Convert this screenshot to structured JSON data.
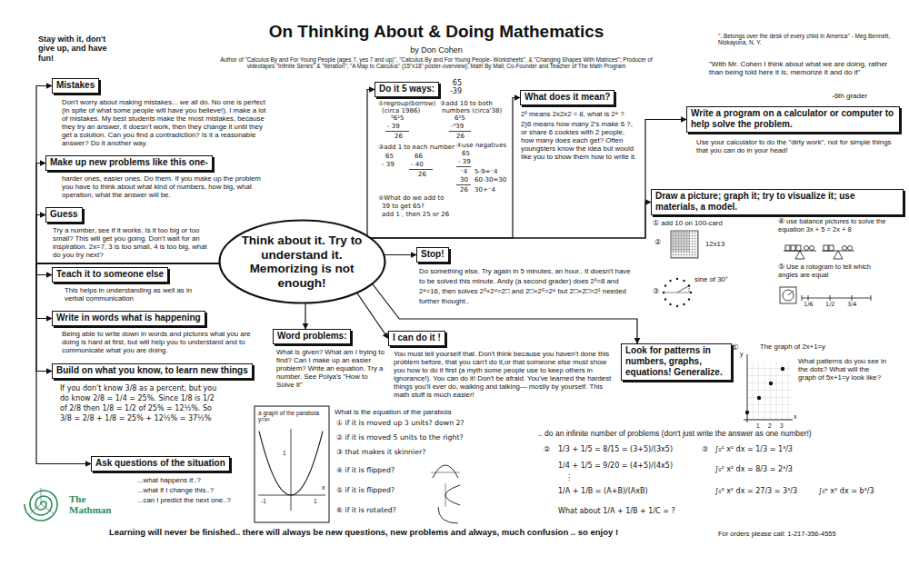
{
  "diagram": {
    "title": "On Thinking About & Doing Mathematics",
    "caption": "Learning will never be finished.. there will always be new questions, new problems and always, much confusion .. so enjoy !",
    "nodes": [
      {
        "text": [
          "Think about it. Try to understand it. Memorizing is not enough!"
        ]
      },
      {
        "text": [
          "Mistakes",
          "Don't worry about making mistakes... we all do. No one is perfect (in spite of what some people will have you believe!). I make a lot of mistakes. My best students make the most mistakes, because they try an answer, it doesn't work, then they change it until they get a solution. Can you find a contradiction? Is it a reasonable answer? Do it another way."
        ]
      },
      {
        "text": [
          "Make up new problems like this one-",
          "harder ones, easier ones. Do them. If you make up the problem you have to think about what kind of numbers, how big, what operation, what the answer will be."
        ]
      },
      {
        "text": [
          "Guess",
          "Try a number, see if it works. Is it too big or too small? This will get you going. Don't wait for an inspiration. 2x=7, 3 is too small, 4 is too big, what do you try next?"
        ]
      },
      {
        "text": [
          "Teach it to someone else",
          "This helps in understanding as well as in verbal communication"
        ]
      },
      {
        "text": [
          "Write in words what is happening",
          "Being able to write down in words and pictures what you are doing is hard at first, but will help you to understand and to communicate what you are doing."
        ]
      },
      {
        "text": [
          "Build on what you know, to learn new things",
          "If you don't know 3/8 as a percent, but you do know 2/8 = 1/4 = 25%. Since 1/8 is 1/2 of 2/8 then 1/8 = 1/2 of 25% = 12½%. So 3/8 = 2/8 + 1/8 = 25% + 12½% = 37½%"
        ]
      },
      {
        "text": [
          "Ask questions of the situation",
          "...what happens if..?",
          "...what if I change this..?",
          "...can I predict the next one..?"
        ]
      },
      {
        "text": [
          "Word problems:",
          "What is given? What am I trying to find? Can I make up an easier problem? Write an equation. Try a number. See Polya's \"How to Solve It\""
        ]
      },
      {
        "text": [
          "I can do it !",
          "You must tell yourself that. Don't think because you haven't done this problem before, that you can't do it,or that someone else must show you how to do it first (a myth some people use to keep others in ignorance!). You can do it! Don't be afraid. You've learned the hardest things you'll ever do, walking and talking— mostly by yourself. This math stuff is much easier!"
        ]
      },
      {
        "text": [
          "Stop!",
          "Do something else. Try again in 5 minutes, an hour.. It doesn't have to be solved this minute. Andy (a second grader) does 2³=8 and 2⁴=16, then solves 2³×2⁴=2□ and 2□×2⁵=2⁴ but 2□×2□=2¹ needed further thought.."
        ]
      },
      {
        "text": [
          "Do it 5 ways:",
          "65 -39"
        ]
      },
      {
        "text": [
          "What does it mean?",
          "2³ means 2x2x2 = 8, what is 2⁴ ?",
          "2)6 means how many 2's make 6 ?, or share 6 cookies with 2 people, how many does each get? Often youngsters know the idea but would like you to show them how to write it."
        ]
      },
      {
        "text": [
          "Write a program on a calculator or computer to help solve the problem.",
          "Use your calculator to do the \"dirty work\", not for simple things that you can do in your head!"
        ]
      },
      {
        "text": [
          "Draw a picture; graph it; try to visualize it; use materials, a model."
        ]
      },
      {
        "text": [
          "Look for patterns in numbers, graphs, equations! Generalize."
        ]
      }
    ],
    "edges": [
      {
        "from": 0,
        "to": 1,
        "arrow": "to"
      },
      {
        "from": 0,
        "to": 2,
        "arrow": "to"
      },
      {
        "from": 0,
        "to": 3,
        "arrow": "to"
      },
      {
        "from": 0,
        "to": 4,
        "arrow": "to"
      },
      {
        "from": 0,
        "to": 5,
        "arrow": "to"
      },
      {
        "from": 0,
        "to": 6,
        "arrow": "to"
      },
      {
        "from": 0,
        "to": 7,
        "arrow": "to"
      },
      {
        "from": 0,
        "to": 8,
        "arrow": "to"
      },
      {
        "from": 0,
        "to": 9,
        "arrow": "to"
      },
      {
        "from": 0,
        "to": 10,
        "arrow": "to"
      },
      {
        "from": 0,
        "to": 11,
        "arrow": "to"
      },
      {
        "from": 0,
        "to": 12,
        "arrow": "to"
      },
      {
        "from": 0,
        "to": 13,
        "arrow": "to"
      },
      {
        "from": 0,
        "to": 14,
        "arrow": "to"
      },
      {
        "from": 0,
        "to": 15,
        "arrow": "to"
      }
    ],
    "labels": [
      "by Don Cohen",
      "Author of \"Calculus By and For Young People (ages 7, yes 7 and up)\", \"Calculus By and For Young People- Worksheets\", & \"Changing Shapes With Matrices\"; Producer of videotapes \"Infinite Series\" & \"Iteration\"; \"A Map to Calculus\" (15\"x18\" poster-overview); Math By Mail; Co-Founder and Teacher of The Math Program",
      "Stay with it, don't give up, and have fun!",
      "\"..Belongs over the desk of every child in America\" - Meg Bennett, Niskayuna, N. Y.",
      "\"With Mr. Cohen I think about what we are doing, rather than being told here it is, memorize it and do it\"",
      "-6th grader",
      "①regroup(borrow)",
      "(circa 1986)",
      "⁵6¹5",
      "- 39",
      "26",
      "②add 10 to both",
      "numbers (circa'38)",
      "6¹5",
      "-⁴39",
      "26",
      "③add 1 to each number",
      "65",
      "66",
      "- 39",
      "- 40",
      "26",
      "④use negatives",
      "65",
      "- 39",
      "⁻4",
      "5-9=⁻4",
      "30",
      "60-30=30",
      "26",
      "30+⁻4",
      "⑤What do we add to",
      "39 to get 65?",
      "add 1 , then 25 or 26",
      "① add 10 on 100-card",
      "②",
      "12x13",
      "③",
      "sine of 30°",
      "④ use balance pictures to solve the equation 3x + 5 = 2x + 8",
      "⑤ Use a rotogram to tell which angles are equal",
      "1/6",
      "1/2",
      "3/4",
      "①",
      "y",
      "The graph of 2x+1=y",
      "What patterns do you see in the dots? What will the graph of 5x+1=y look like?",
      "1",
      "2",
      "3",
      "x",
      ".. do an infinite number of problems (don't just write the answer as one number!)",
      "②",
      "1/3 + 1/5 = 8/15 = (3+5)/(3x5)",
      "1/4 + 1/5 = 9/20 = (4+5)/(4x5)",
      "⋮",
      "1/A + 1/B = (A+B)/(AxB)",
      "What about 1/A + 1/B + 1/C = ?",
      "③",
      "∫₀¹ x² dx = 1/3 = 1³/3",
      "∫₀² x² dx = 8/3 = 2³/3",
      "∫₀³ x² dx = 27/3 = 3³/3",
      "∫₀ᵇ x² dx = b³/3",
      "a graph of the parabola y=x²",
      "-1",
      "1",
      "1",
      "x",
      "What is the equation of the parabola",
      "① if it is moved up 3 units? down 2?",
      "② if it is moved 5 units to the right?",
      "③ that makes it skinnier?",
      "④ if it is flipped?",
      "⑤ if it is flipped?",
      "⑥ if it is rotated?",
      "For orders please call: 1-217-356-4555",
      "The Mathman"
    ]
  }
}
